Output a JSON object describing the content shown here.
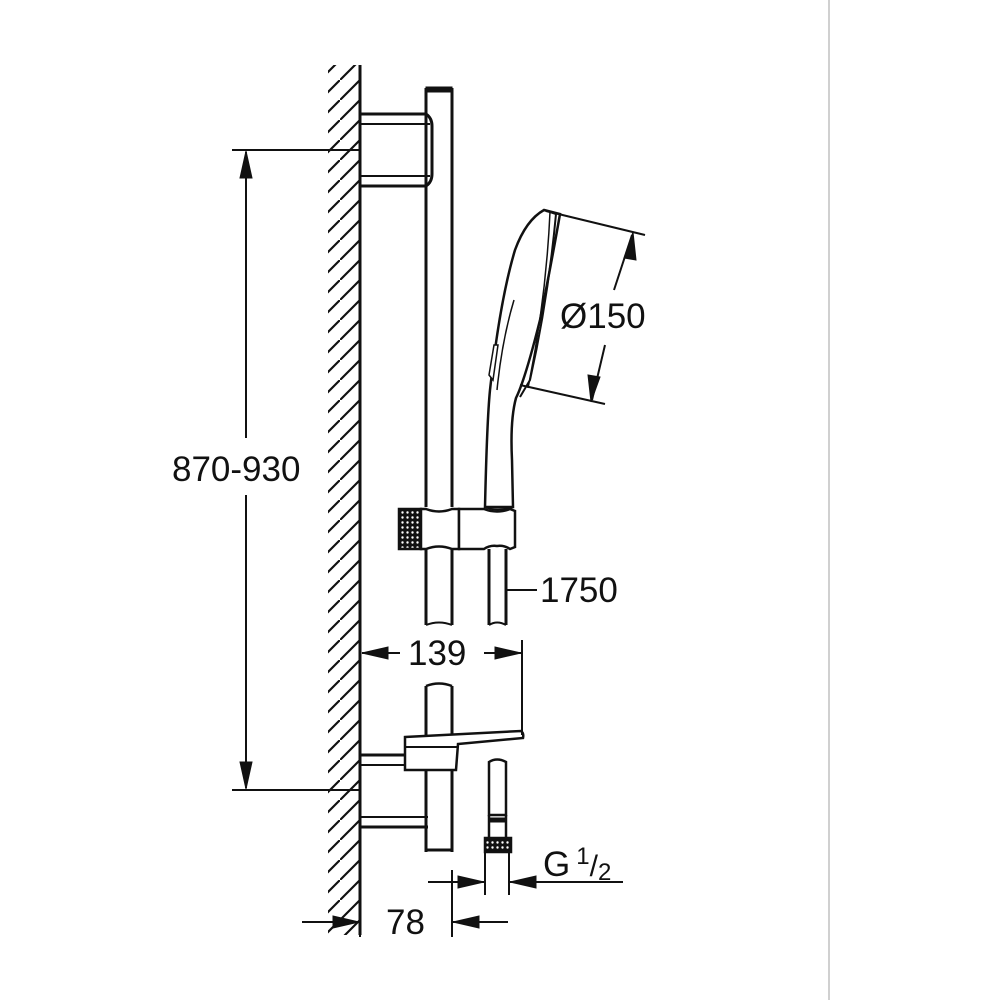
{
  "drawing": {
    "type": "shower rail set dimension drawing",
    "line_color": "#111111",
    "divider_color": "#d0d0d0",
    "background": "#ffffff"
  },
  "dimensions": {
    "rail_height_range": "870-930",
    "hand_shower_diameter": "Ø150",
    "hose_length": "1750",
    "shower_holder_projection": "139",
    "rail_wall_distance": "78",
    "connection_thread_main": "G",
    "connection_thread_num": "1",
    "connection_thread_den": "2"
  }
}
